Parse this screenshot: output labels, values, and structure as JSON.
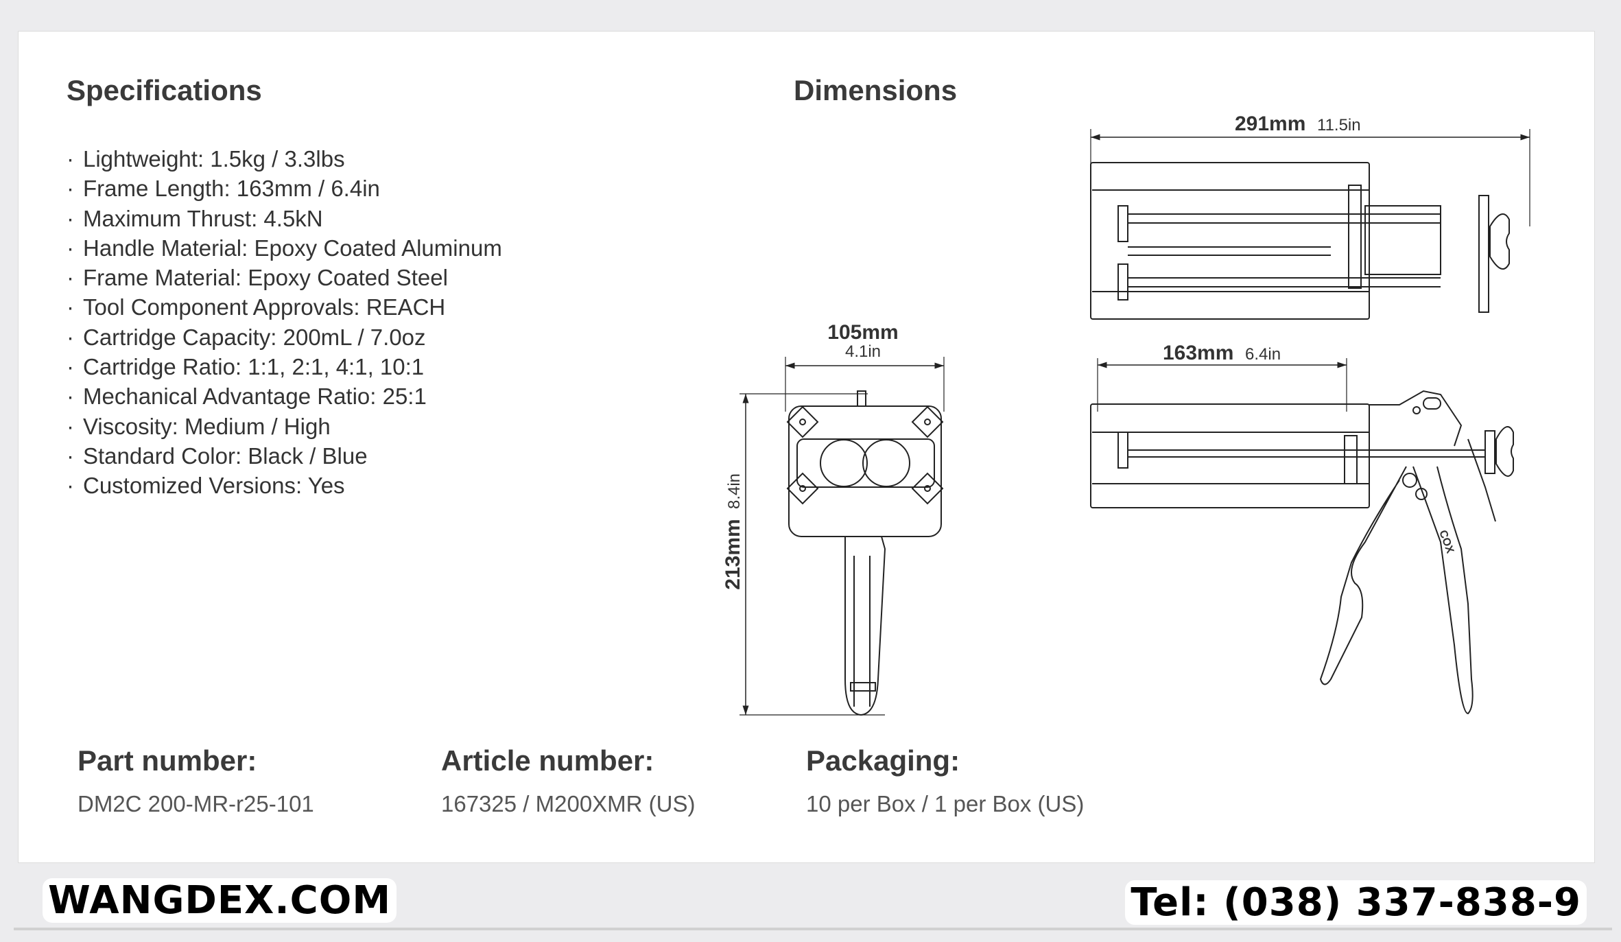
{
  "specifications": {
    "title": "Specifications",
    "items": [
      "Lightweight: 1.5kg / 3.3lbs",
      "Frame Length: 163mm / 6.4in",
      "Maximum Thrust: 4.5kN",
      "Handle Material: Epoxy Coated Aluminum",
      "Frame Material: Epoxy Coated Steel",
      "Tool Component Approvals: REACH",
      "Cartridge Capacity: 200mL / 7.0oz",
      "Cartridge Ratio: 1:1, 2:1, 4:1, 10:1",
      "Mechanical Advantage Ratio: 25:1",
      "Viscosity: Medium / High",
      "Standard Color: Black / Blue",
      "Customized Versions: Yes"
    ]
  },
  "dimensions": {
    "title": "Dimensions",
    "width": {
      "mm": "105mm",
      "in": "4.1in"
    },
    "height": {
      "mm": "213mm",
      "in": "8.4in"
    },
    "overall_length": {
      "mm": "291mm",
      "in": "11.5in"
    },
    "frame_length": {
      "mm": "163mm",
      "in": "6.4in"
    },
    "brand_mark": "COX"
  },
  "info": {
    "part_number": {
      "label": "Part number:",
      "value": "DM2C 200-MR-r25-101"
    },
    "article_number": {
      "label": "Article number:",
      "value": "167325 / M200XMR (US)"
    },
    "packaging": {
      "label": "Packaging:",
      "value": "10 per Box / 1 per Box (US)"
    }
  },
  "footer": {
    "website": "WANGDEX.COM",
    "phone": "Tel: (038) 337-838-9"
  }
}
